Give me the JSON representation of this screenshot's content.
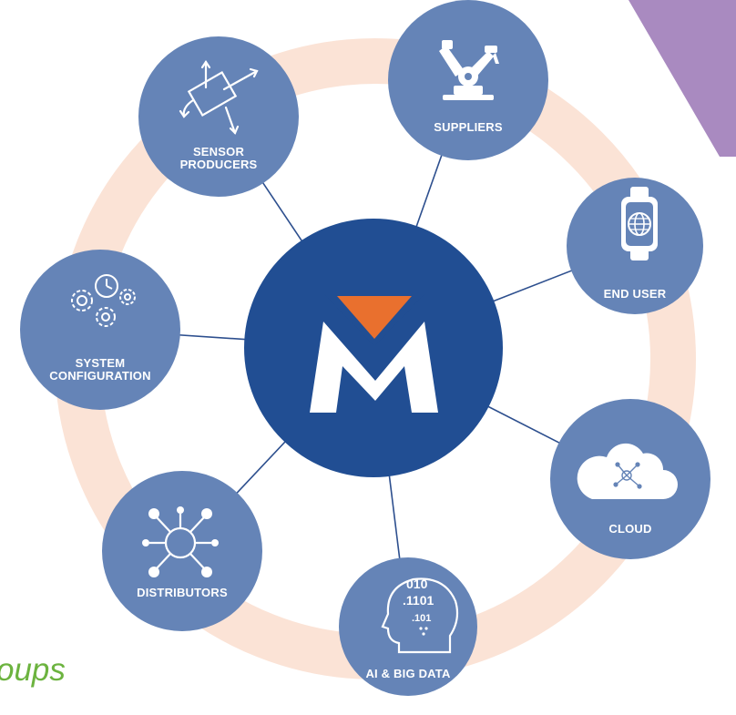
{
  "colors": {
    "ring": "#fbe3d6",
    "node": "#6584b7",
    "center": "#214e93",
    "connector": "#2d4f8e",
    "accent_orange": "#e9702e",
    "purple_corner": "#a98ac0",
    "corner_text": "#6cb33f"
  },
  "center_logo": {
    "letter": "M"
  },
  "nodes": [
    {
      "id": "sensor-producers",
      "lines": [
        "SENSOR",
        "PRODUCERS"
      ],
      "icon": "axes-transform-icon"
    },
    {
      "id": "suppliers",
      "lines": [
        "SUPPLIERS"
      ],
      "icon": "robot-arm-icon"
    },
    {
      "id": "end-user",
      "lines": [
        "END USER"
      ],
      "icon": "smartwatch-globe-icon"
    },
    {
      "id": "cloud",
      "lines": [
        "CLOUD"
      ],
      "icon": "cloud-network-icon"
    },
    {
      "id": "ai-big-data",
      "lines": [
        "AI & BIG DATA"
      ],
      "icon": "binary-head-icon"
    },
    {
      "id": "distributors",
      "lines": [
        "DISTRIBUTORS"
      ],
      "icon": "hub-network-icon"
    },
    {
      "id": "system-configuration",
      "lines": [
        "SYSTEM",
        "CONFIGURATION"
      ],
      "icon": "gears-clock-icon"
    }
  ],
  "corner_text": "oups"
}
